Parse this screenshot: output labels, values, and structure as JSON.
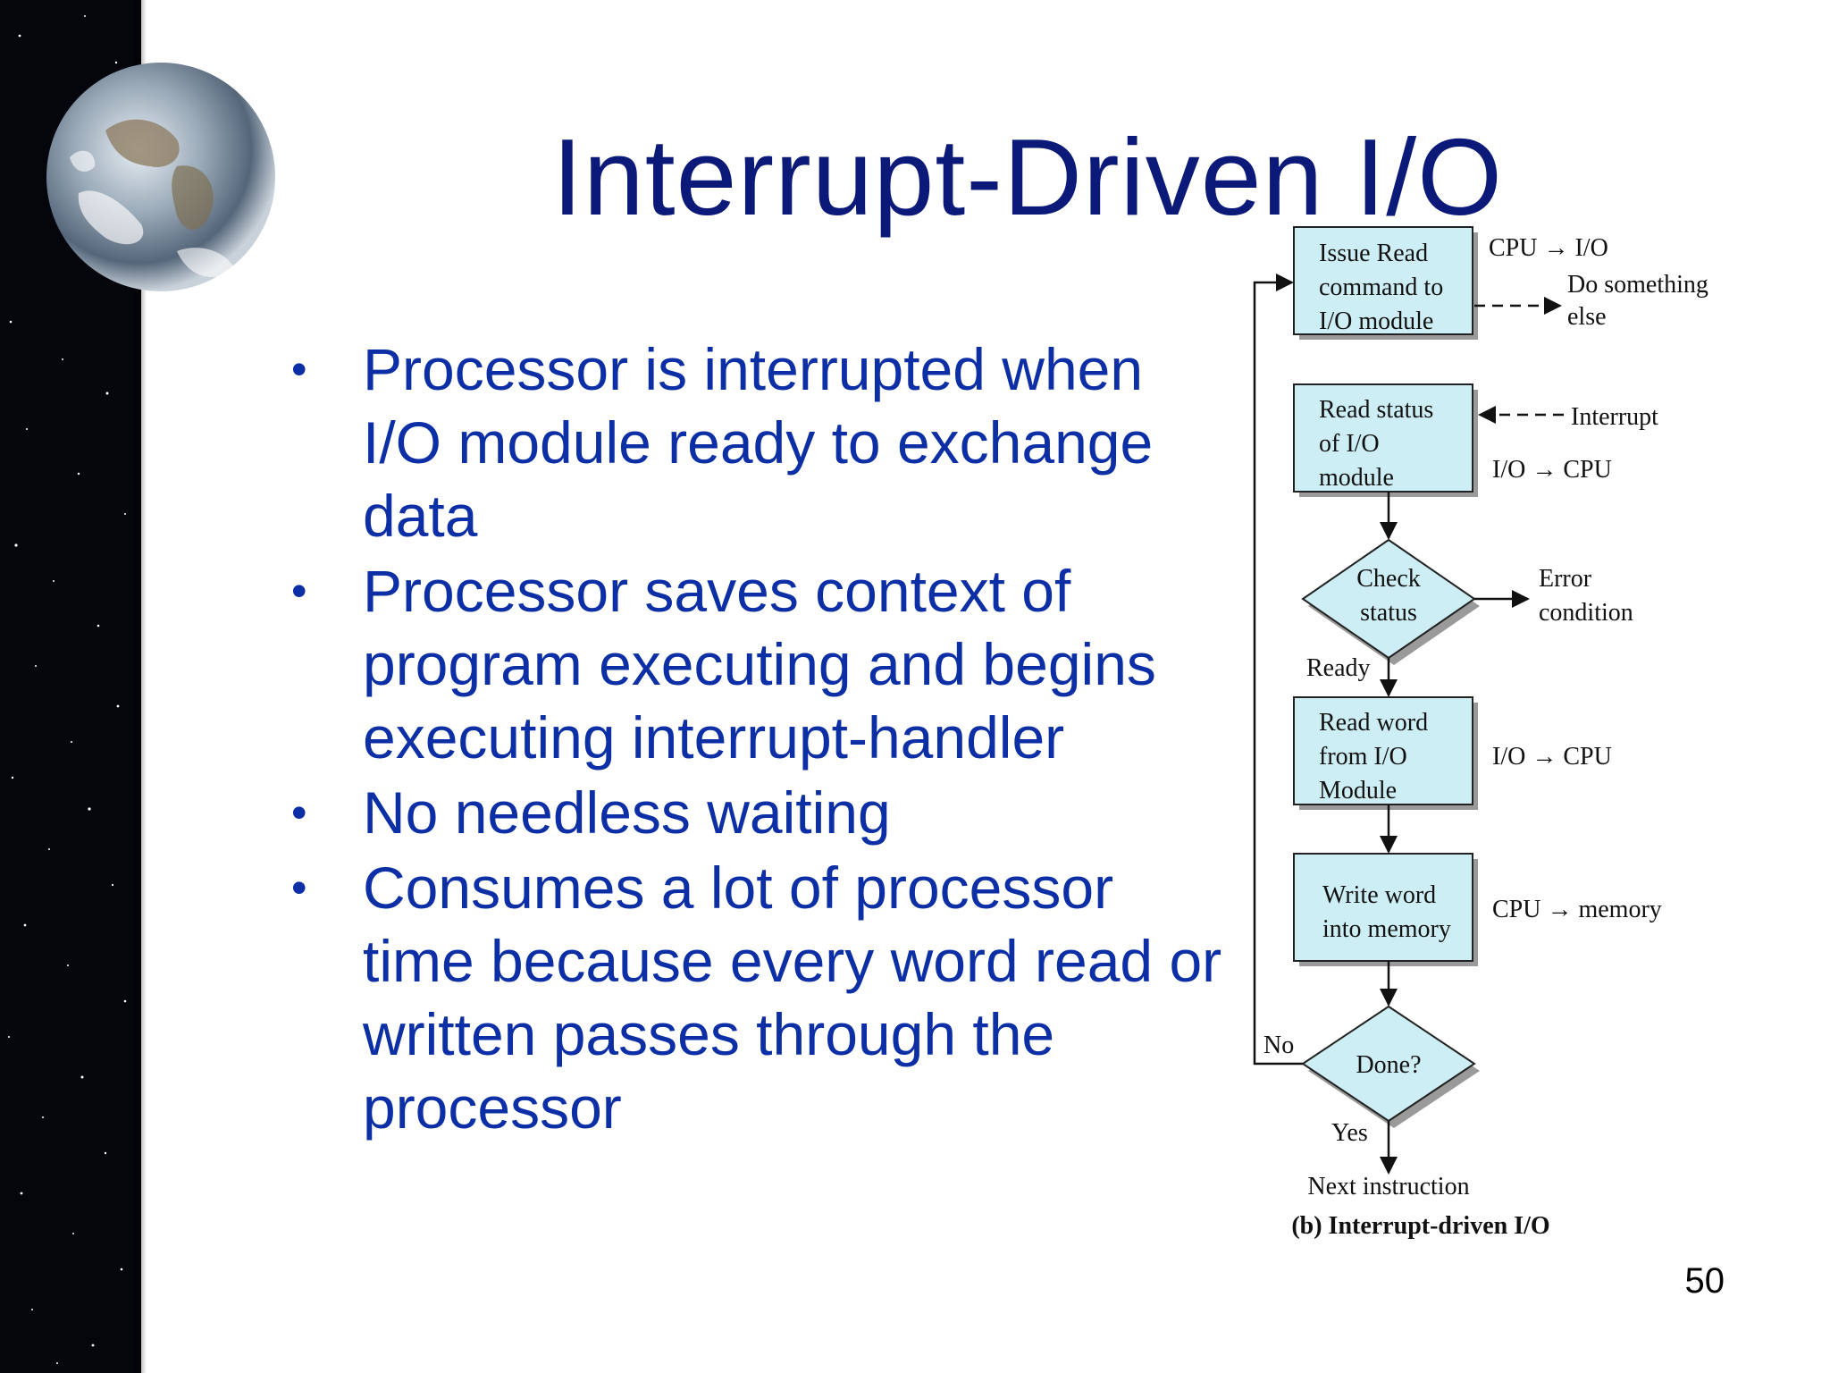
{
  "slide": {
    "title": "Interrupt-Driven I/O",
    "page_number": "50",
    "bullets": [
      "Processor is interrupted when I/O module ready to exchange data",
      "Processor saves context of program executing and begins executing interrupt-handler",
      "No needless waiting",
      "Consumes a lot of processor time because every word read or written passes through the processor"
    ]
  },
  "flowchart": {
    "issue_box": [
      "Issue Read",
      "command to",
      "I/O module"
    ],
    "cpu_to_io": "CPU → I/O",
    "do_something": [
      "Do something",
      "else"
    ],
    "read_status_box": [
      "Read status",
      "of I/O",
      "module"
    ],
    "interrupt": "Interrupt",
    "io_to_cpu_1": "I/O → CPU",
    "check_status": [
      "Check",
      "status"
    ],
    "error_condition": [
      "Error",
      "condition"
    ],
    "ready": "Ready",
    "read_word_box": [
      "Read word",
      "from I/O",
      "Module"
    ],
    "io_to_cpu_2": "I/O → CPU",
    "write_word_box": [
      "Write word",
      "into memory"
    ],
    "cpu_to_memory": "CPU → memory",
    "done": "Done?",
    "no": "No",
    "yes": "Yes",
    "next_instruction": "Next instruction",
    "caption": "(b) Interrupt-driven I/O"
  },
  "colors": {
    "title": "#0b1a78",
    "bullet_text": "#0c2fa5",
    "box_fill": "#cdeef4",
    "space_background": "#05060c"
  },
  "icons": [
    "earth-globe-image",
    "bullet-dot"
  ]
}
